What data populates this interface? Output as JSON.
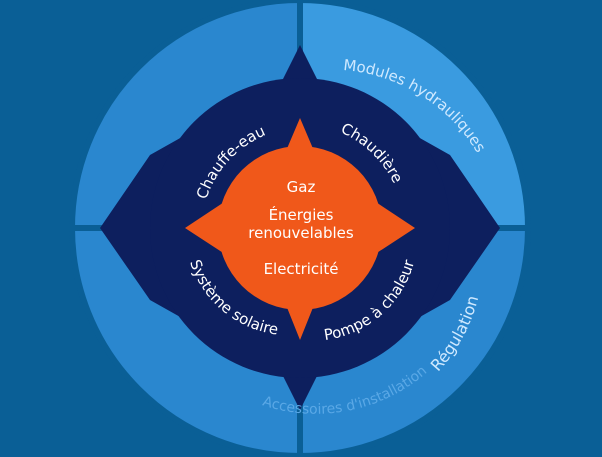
{
  "colors": {
    "background": "#0a5f96",
    "outer_ring": "#1b79c4",
    "outer_ring_light": "#3a9be0",
    "inner_ring": "#0d1f5e",
    "core": "#f0581a",
    "text": "#ffffff",
    "outer_text": "#cfe9ff",
    "outer_text_faded": "#5aa8e6"
  },
  "outer_ring": {
    "top_right": "Modules hydrauliques",
    "bottom_right": "Régulation",
    "bottom": "Accessoires d'installation"
  },
  "inner_ring": {
    "top_left": "Chauffe-eau",
    "top_right": "Chaudière",
    "bottom_left": "Système solaire",
    "bottom_right": "Pompe à chaleur"
  },
  "core": {
    "line1": "Gaz",
    "line2": "Énergies",
    "line3": "renouvelables",
    "line4": "Electricité"
  }
}
